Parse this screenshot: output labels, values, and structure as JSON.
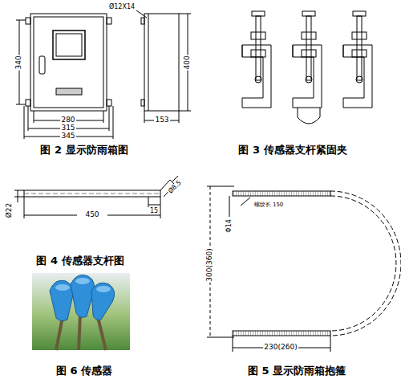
{
  "diagram": {
    "labels": [
      "Ø12X14",
      "340",
      "400",
      "280",
      "315",
      "345",
      "153",
      "图 2 显示防雨箱图",
      "图 3 传感器支杆紧固夹",
      "Ø8.5",
      "Ø22",
      "450",
      "15",
      "图 4 传感器支杆图",
      "螺纹长 150",
      "Φ14",
      "300(360)",
      "230(260)",
      "图 5 显示防雨箱抱箍",
      "图 6 传感器"
    ]
  }
}
